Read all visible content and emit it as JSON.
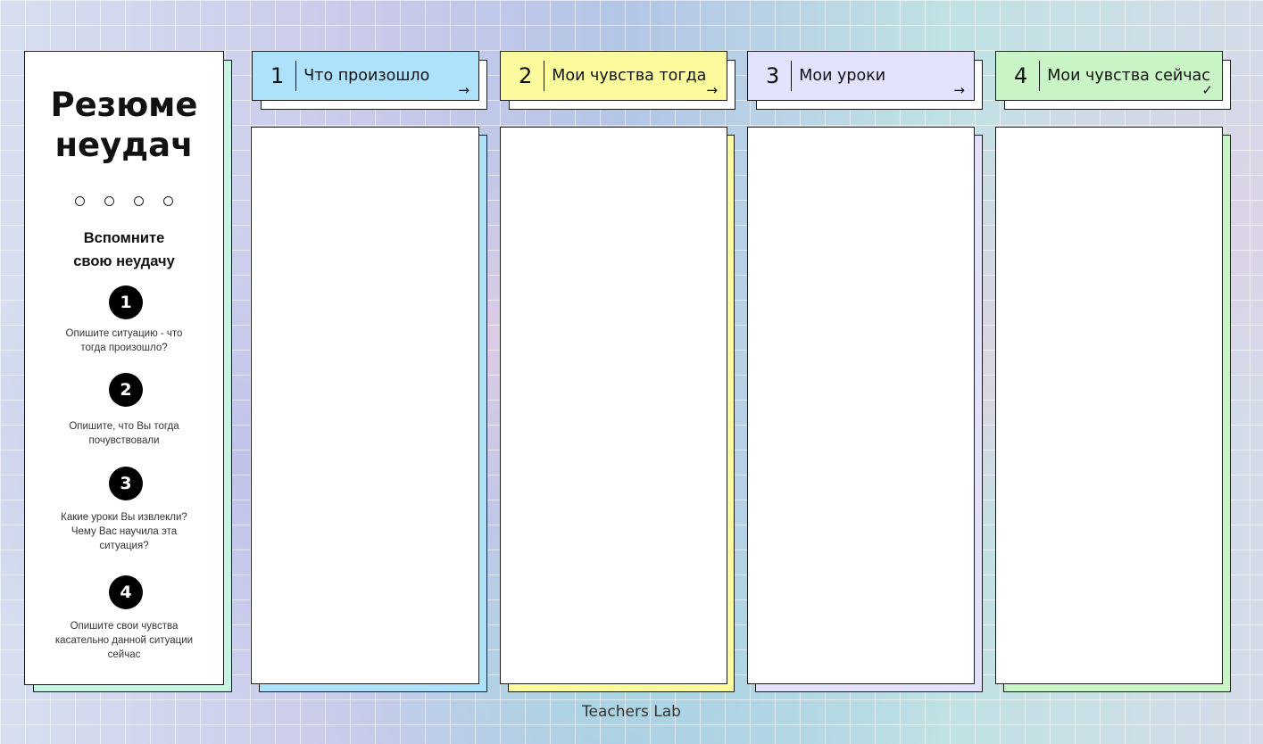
{
  "sidebar": {
    "title_line1": "Резюме",
    "title_line2": "неудач",
    "subtitle_line1": "Вспомните",
    "subtitle_line2": "свою неудачу",
    "steps": [
      {
        "number": "1",
        "text_line1": "Опишите ситуацию - что",
        "text_line2": "тогда произошло?",
        "text_line3": ""
      },
      {
        "number": "2",
        "text_line1": "Опишите, что Вы тогда",
        "text_line2": "почувствовали",
        "text_line3": ""
      },
      {
        "number": "3",
        "text_line1": "Какие уроки Вы извлекли?",
        "text_line2": "Чему Вас научила эта",
        "text_line3": "ситуация?"
      },
      {
        "number": "4",
        "text_line1": "Опишите свои чувства",
        "text_line2": "касательно данной ситуации",
        "text_line3": "сейчас"
      }
    ]
  },
  "columns": [
    {
      "number": "1",
      "label": "Что произошло",
      "marker": "→",
      "color": "#aee2fb",
      "shadow_color": "#aee2fb"
    },
    {
      "number": "2",
      "label": "Мои чувства тогда",
      "marker": "→",
      "color": "#fbfa9c",
      "shadow_color": "#fbfa9c"
    },
    {
      "number": "3",
      "label": "Мои уроки",
      "marker": "→",
      "color": "#e3e2fd",
      "shadow_color": "#e3e2fd"
    },
    {
      "number": "4",
      "label": "Мои чувства сейчас",
      "marker": "✓",
      "color": "#c9f5c6",
      "shadow_color": "#c9f5c6"
    }
  ],
  "footer": {
    "text": "Teachers Lab"
  }
}
